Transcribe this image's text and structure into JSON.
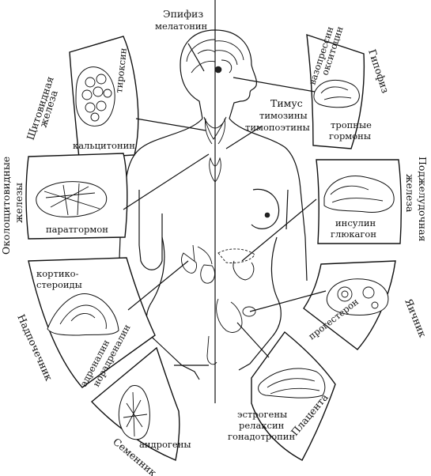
{
  "labels": {
    "epiphysis": "Эпифиз",
    "melatonin": "мелатонин",
    "thymus": "Тимус",
    "thymosins": "тимозины",
    "thymopoietins": "тимопоэтины",
    "thyroid": "Щитовидная",
    "thyroid2": "железа",
    "thyroxine": "тироксин",
    "calcitonin": "кальцитонин",
    "parathyroid": "Околощитовидные",
    "parathyroid2": "железы",
    "parathormone": "паратгормон",
    "adrenal": "Надпочечник",
    "corticosteroids1": "кортико-",
    "corticosteroids2": "стероиды",
    "adrenaline": "адреналин",
    "noradrenaline": "норадреналин",
    "testis": "Семенник",
    "androgens": "андрогены",
    "pituitary": "Гипофиз",
    "vasopressin": "вазопрессин",
    "oxytocin": "окситоцин",
    "tropic1": "тропные",
    "tropic2": "гормоны",
    "pancreas": "Поджелудочная",
    "pancreas2": "железа",
    "insulin": "инсулин",
    "glucagon": "глюкагон",
    "ovary": "Яичник",
    "progesterone": "прогестерон",
    "placenta": "Плацента",
    "estrogens": "эстрогены",
    "relaxin": "релаксин",
    "gonadotropin": "гонадотропин"
  }
}
